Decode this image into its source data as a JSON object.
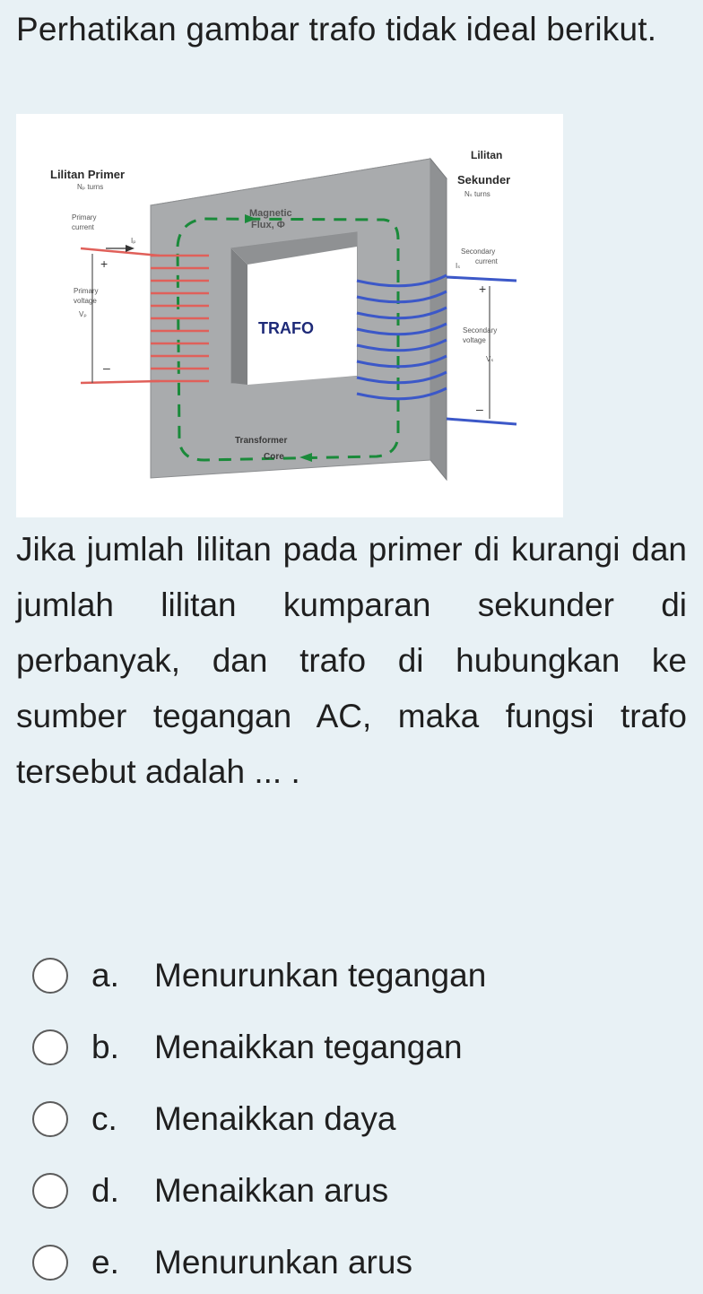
{
  "question": {
    "intro": "Perhatikan gambar trafo tidak ideal berikut.",
    "body": "Jika jumlah lilitan pada primer di kurangi dan jumlah lilitan kumparan sekunder di perbanyak, dan trafo di hubungkan ke sumber tegangan AC, maka fungsi trafo tersebut adalah ... ."
  },
  "figure": {
    "label_primary_winding": "Lilitan Primer",
    "label_np_turns": "Nₚ turns",
    "label_secondary_winding_1": "Lilitan",
    "label_secondary_winding_2": "Sekunder",
    "label_ns_turns": "Nₛ turns",
    "label_primary_current_1": "Primary",
    "label_primary_current_2": "current",
    "label_ip": "Iₚ",
    "label_primary_voltage_1": "Primary",
    "label_primary_voltage_2": "voltage",
    "label_vp": "Vₚ",
    "label_magnetic_flux_1": "Magnetic",
    "label_magnetic_flux_2": "Flux, Φ",
    "label_trafo": "TRAFO",
    "label_secondary_current_1": "Secondary",
    "label_secondary_current_2": "current",
    "label_is": "Iₛ",
    "label_secondary_voltage_1": "Secondary",
    "label_secondary_voltage_2": "voltage",
    "label_vs": "Vₛ",
    "label_core_1": "Transformer",
    "label_core_2": "Core",
    "plus": "+",
    "minus": "–"
  },
  "options": [
    {
      "letter": "a.",
      "text": "Menurunkan tegangan"
    },
    {
      "letter": "b.",
      "text": "Menaikkan tegangan"
    },
    {
      "letter": "c.",
      "text": "Menaikkan daya"
    },
    {
      "letter": "d.",
      "text": "Menaikkan arus"
    },
    {
      "letter": "e.",
      "text": "Menurunkan arus"
    }
  ],
  "colors": {
    "background": "#e8f1f5",
    "core": "#a9abad",
    "primary_wire": "#e0605a",
    "secondary_wire": "#3c58c8",
    "flux": "#1a8a3a"
  }
}
